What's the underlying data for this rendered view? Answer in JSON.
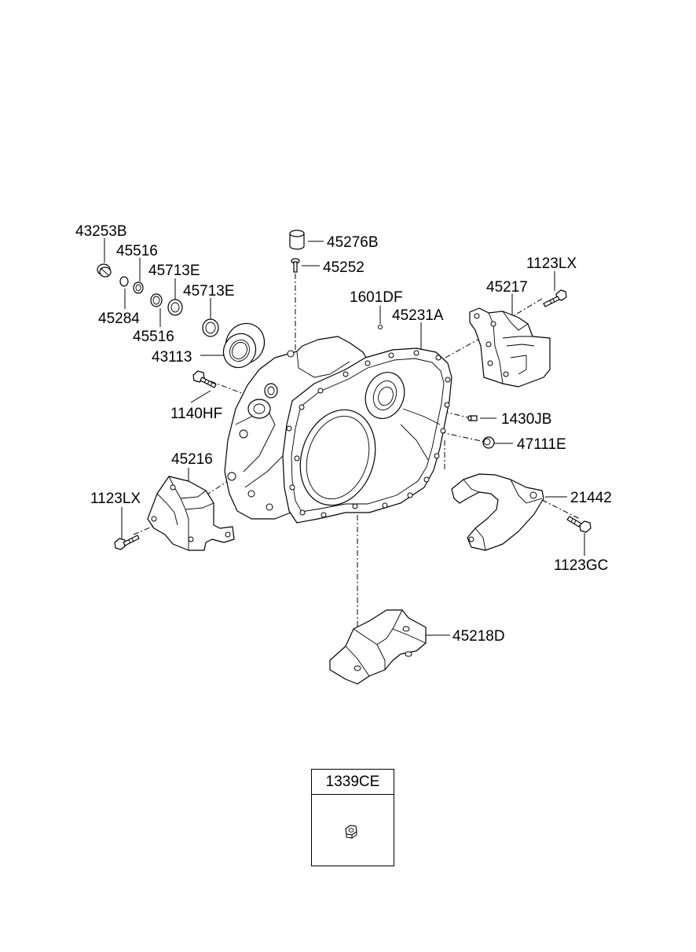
{
  "labels": {
    "l43253B": "43253B",
    "l45516a": "45516",
    "l45713Ea": "45713E",
    "l45713Eb": "45713E",
    "l45284": "45284",
    "l45516b": "45516",
    "l43113": "43113",
    "l45276B": "45276B",
    "l45252": "45252",
    "l1601DF": "1601DF",
    "l45231A": "45231A",
    "l45217": "45217",
    "l1123LXa": "1123LX",
    "l1140HF": "1140HF",
    "l1430JB": "1430JB",
    "l47111E": "47111E",
    "l45216": "45216",
    "l1123LXb": "1123LX",
    "l21442": "21442",
    "l1123GC": "1123GC",
    "l45218D": "45218D"
  },
  "inset": {
    "part_number": "1339CE",
    "icon": "hex-nut-icon"
  }
}
